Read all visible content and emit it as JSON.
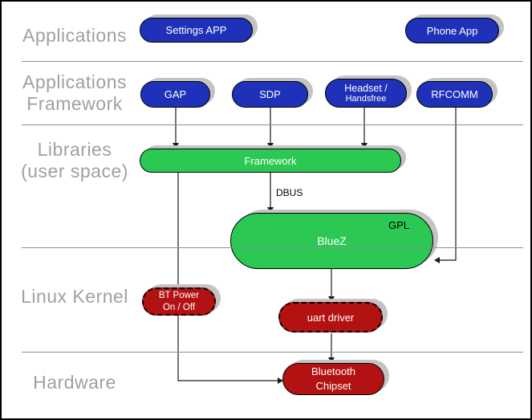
{
  "diagram": {
    "title_hint": "Bluetooth software stack diagram",
    "layers": [
      {
        "label": "Applications"
      },
      {
        "label": "Applications\nFramework"
      },
      {
        "label": "Libraries\n(user space)"
      },
      {
        "label": "Linux Kernel"
      },
      {
        "label": "Hardware"
      }
    ],
    "nodes": {
      "settings_app": {
        "label": "Settings APP"
      },
      "phone_app": {
        "label": "Phone App"
      },
      "gap": {
        "label": "GAP"
      },
      "sdp": {
        "label": "SDP"
      },
      "headset": {
        "label_line1": "Headset /",
        "label_line2": "Handsfree"
      },
      "rfcomm": {
        "label": "RFCOMM"
      },
      "framework": {
        "label": "Framework"
      },
      "bluez": {
        "label": "BlueZ",
        "badge": "GPL"
      },
      "bt_power": {
        "label": "BT Power\nOn / Off"
      },
      "uart_driver": {
        "label": "uart driver"
      },
      "bt_chipset": {
        "label": "Bluetooth\nChipset"
      }
    },
    "annotations": {
      "dbus": "DBUS"
    },
    "colors": {
      "app_blue": "#1e31b8",
      "lib_green": "#2bc953",
      "kernel_red": "#b31212",
      "label_gray": "#a0a0a0"
    }
  }
}
